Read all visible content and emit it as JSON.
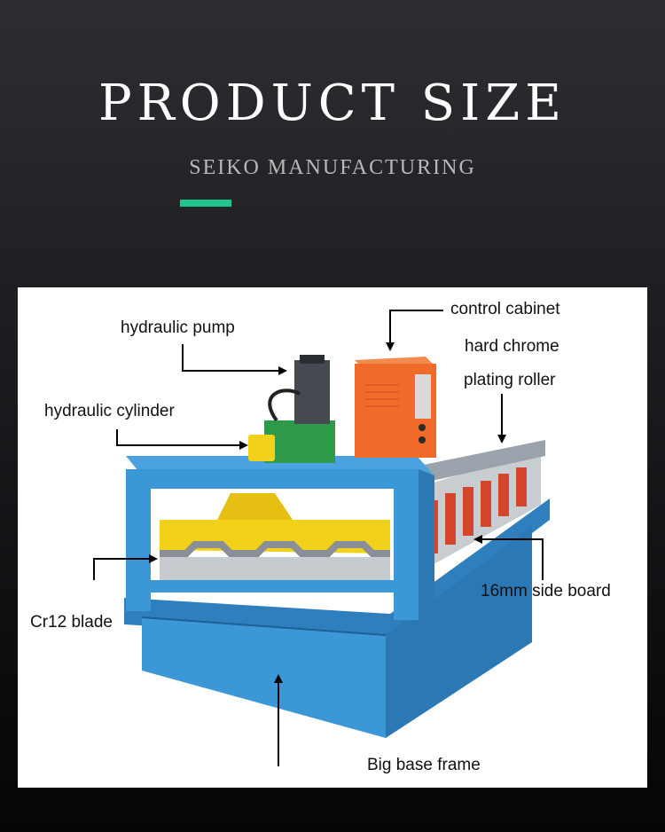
{
  "header": {
    "title": "PRODUCT SIZE",
    "subtitle": "SEIKO MANUFACTURING",
    "accent_color": "#1fc58a"
  },
  "diagram": {
    "labels": {
      "hydraulic_pump": "hydraulic pump",
      "control_cabinet": "control cabinet",
      "hard_chrome_line1": "hard chrome",
      "hard_chrome_line2": "plating roller",
      "hydraulic_cylinder": "hydraulic cylinder",
      "side_board": "16mm side board",
      "blade": "Cr12 blade",
      "base_frame": "Big base frame"
    },
    "colors": {
      "frame_blue": "#3c97d6",
      "cabinet_orange": "#f06a2a",
      "cylinder_yellow": "#f2d11a",
      "motor_green": "#2f9a49",
      "roller_red": "#d4462b"
    }
  }
}
